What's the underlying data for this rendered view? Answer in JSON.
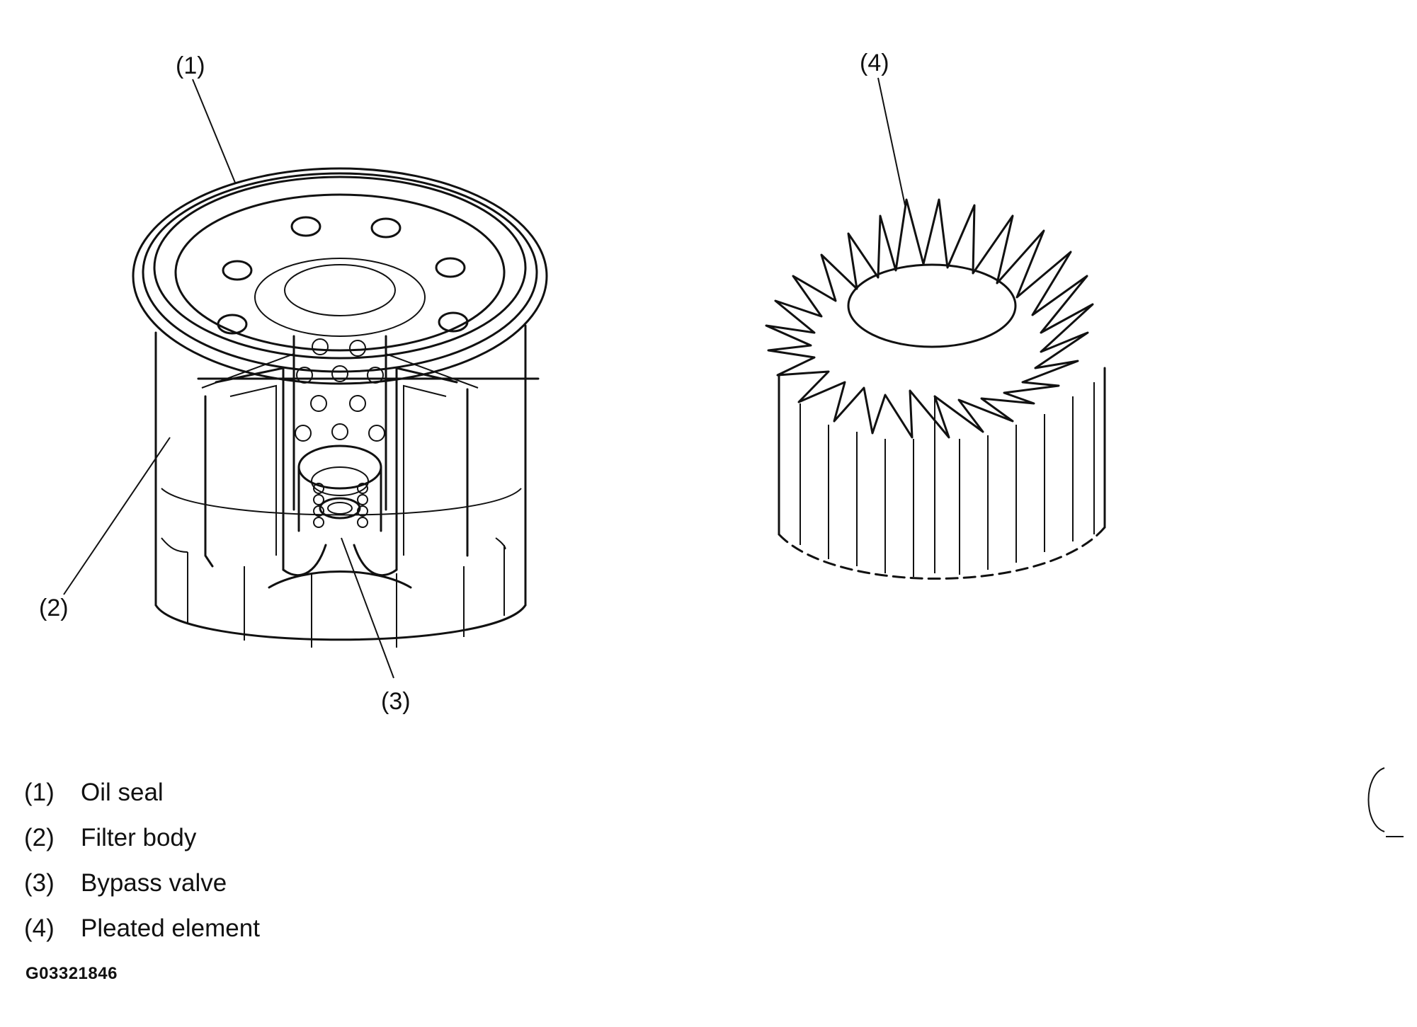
{
  "callouts": {
    "c1": "(1)",
    "c2": "(2)",
    "c3": "(3)",
    "c4": "(4)"
  },
  "legend": [
    {
      "num": "(1)",
      "label": "Oil seal"
    },
    {
      "num": "(2)",
      "label": "Filter body"
    },
    {
      "num": "(3)",
      "label": "Bypass valve"
    },
    {
      "num": "(4)",
      "label": "Pleated element"
    }
  ],
  "figure_code": "G03321846",
  "colors": {
    "ink": "#111111",
    "background": "#ffffff"
  }
}
